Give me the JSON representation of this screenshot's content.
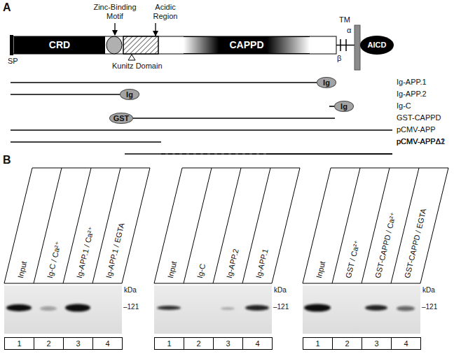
{
  "diagram": {
    "nodes": [
      {
        "text": [
          "CRD"
        ]
      },
      {
        "text": [
          "CAPPD"
        ]
      },
      {
        "text": [
          "AICD"
        ]
      },
      {
        "text": [
          "Ig"
        ]
      },
      {
        "text": [
          "Ig"
        ]
      },
      {
        "text": [
          "Ig"
        ]
      },
      {
        "text": [
          "GST"
        ]
      },
      {
        "text": [
          "1"
        ]
      },
      {
        "text": [
          "2"
        ]
      },
      {
        "text": [
          "3"
        ]
      },
      {
        "text": [
          "4"
        ]
      },
      {
        "text": [
          "1"
        ]
      },
      {
        "text": [
          "2"
        ]
      },
      {
        "text": [
          "3"
        ]
      },
      {
        "text": [
          "4"
        ]
      },
      {
        "text": [
          "1"
        ]
      },
      {
        "text": [
          "2"
        ]
      },
      {
        "text": [
          "3"
        ]
      },
      {
        "text": [
          "4"
        ]
      }
    ],
    "labels": [
      "A",
      "Zinc-Binding Motif",
      "Acidic Region",
      "TM",
      "α",
      "SP",
      "β",
      "Kunitz Domain",
      "Ig-APP.1",
      "Ig-APP.2",
      "Ig-C",
      "GST-CAPPD",
      "pCMV-APP",
      "pCMV-APPΔ1",
      "pCMV-APPΔ2",
      "B",
      "Input",
      "Ig-C / Ca²⁺",
      "Ig-APP.1 / Ca²⁺",
      "Ig-APP.1 / EGTA",
      "kDa",
      "–121",
      "Input",
      "Ig-C",
      "Ig-APP.2",
      "Ig-APP.1",
      "kDa",
      "–121",
      "Input",
      "GST / Ca²⁺",
      "GST-CAPPD / Ca²⁺",
      "GST-CAPPD / EGTA",
      "kDa",
      "–121"
    ]
  }
}
